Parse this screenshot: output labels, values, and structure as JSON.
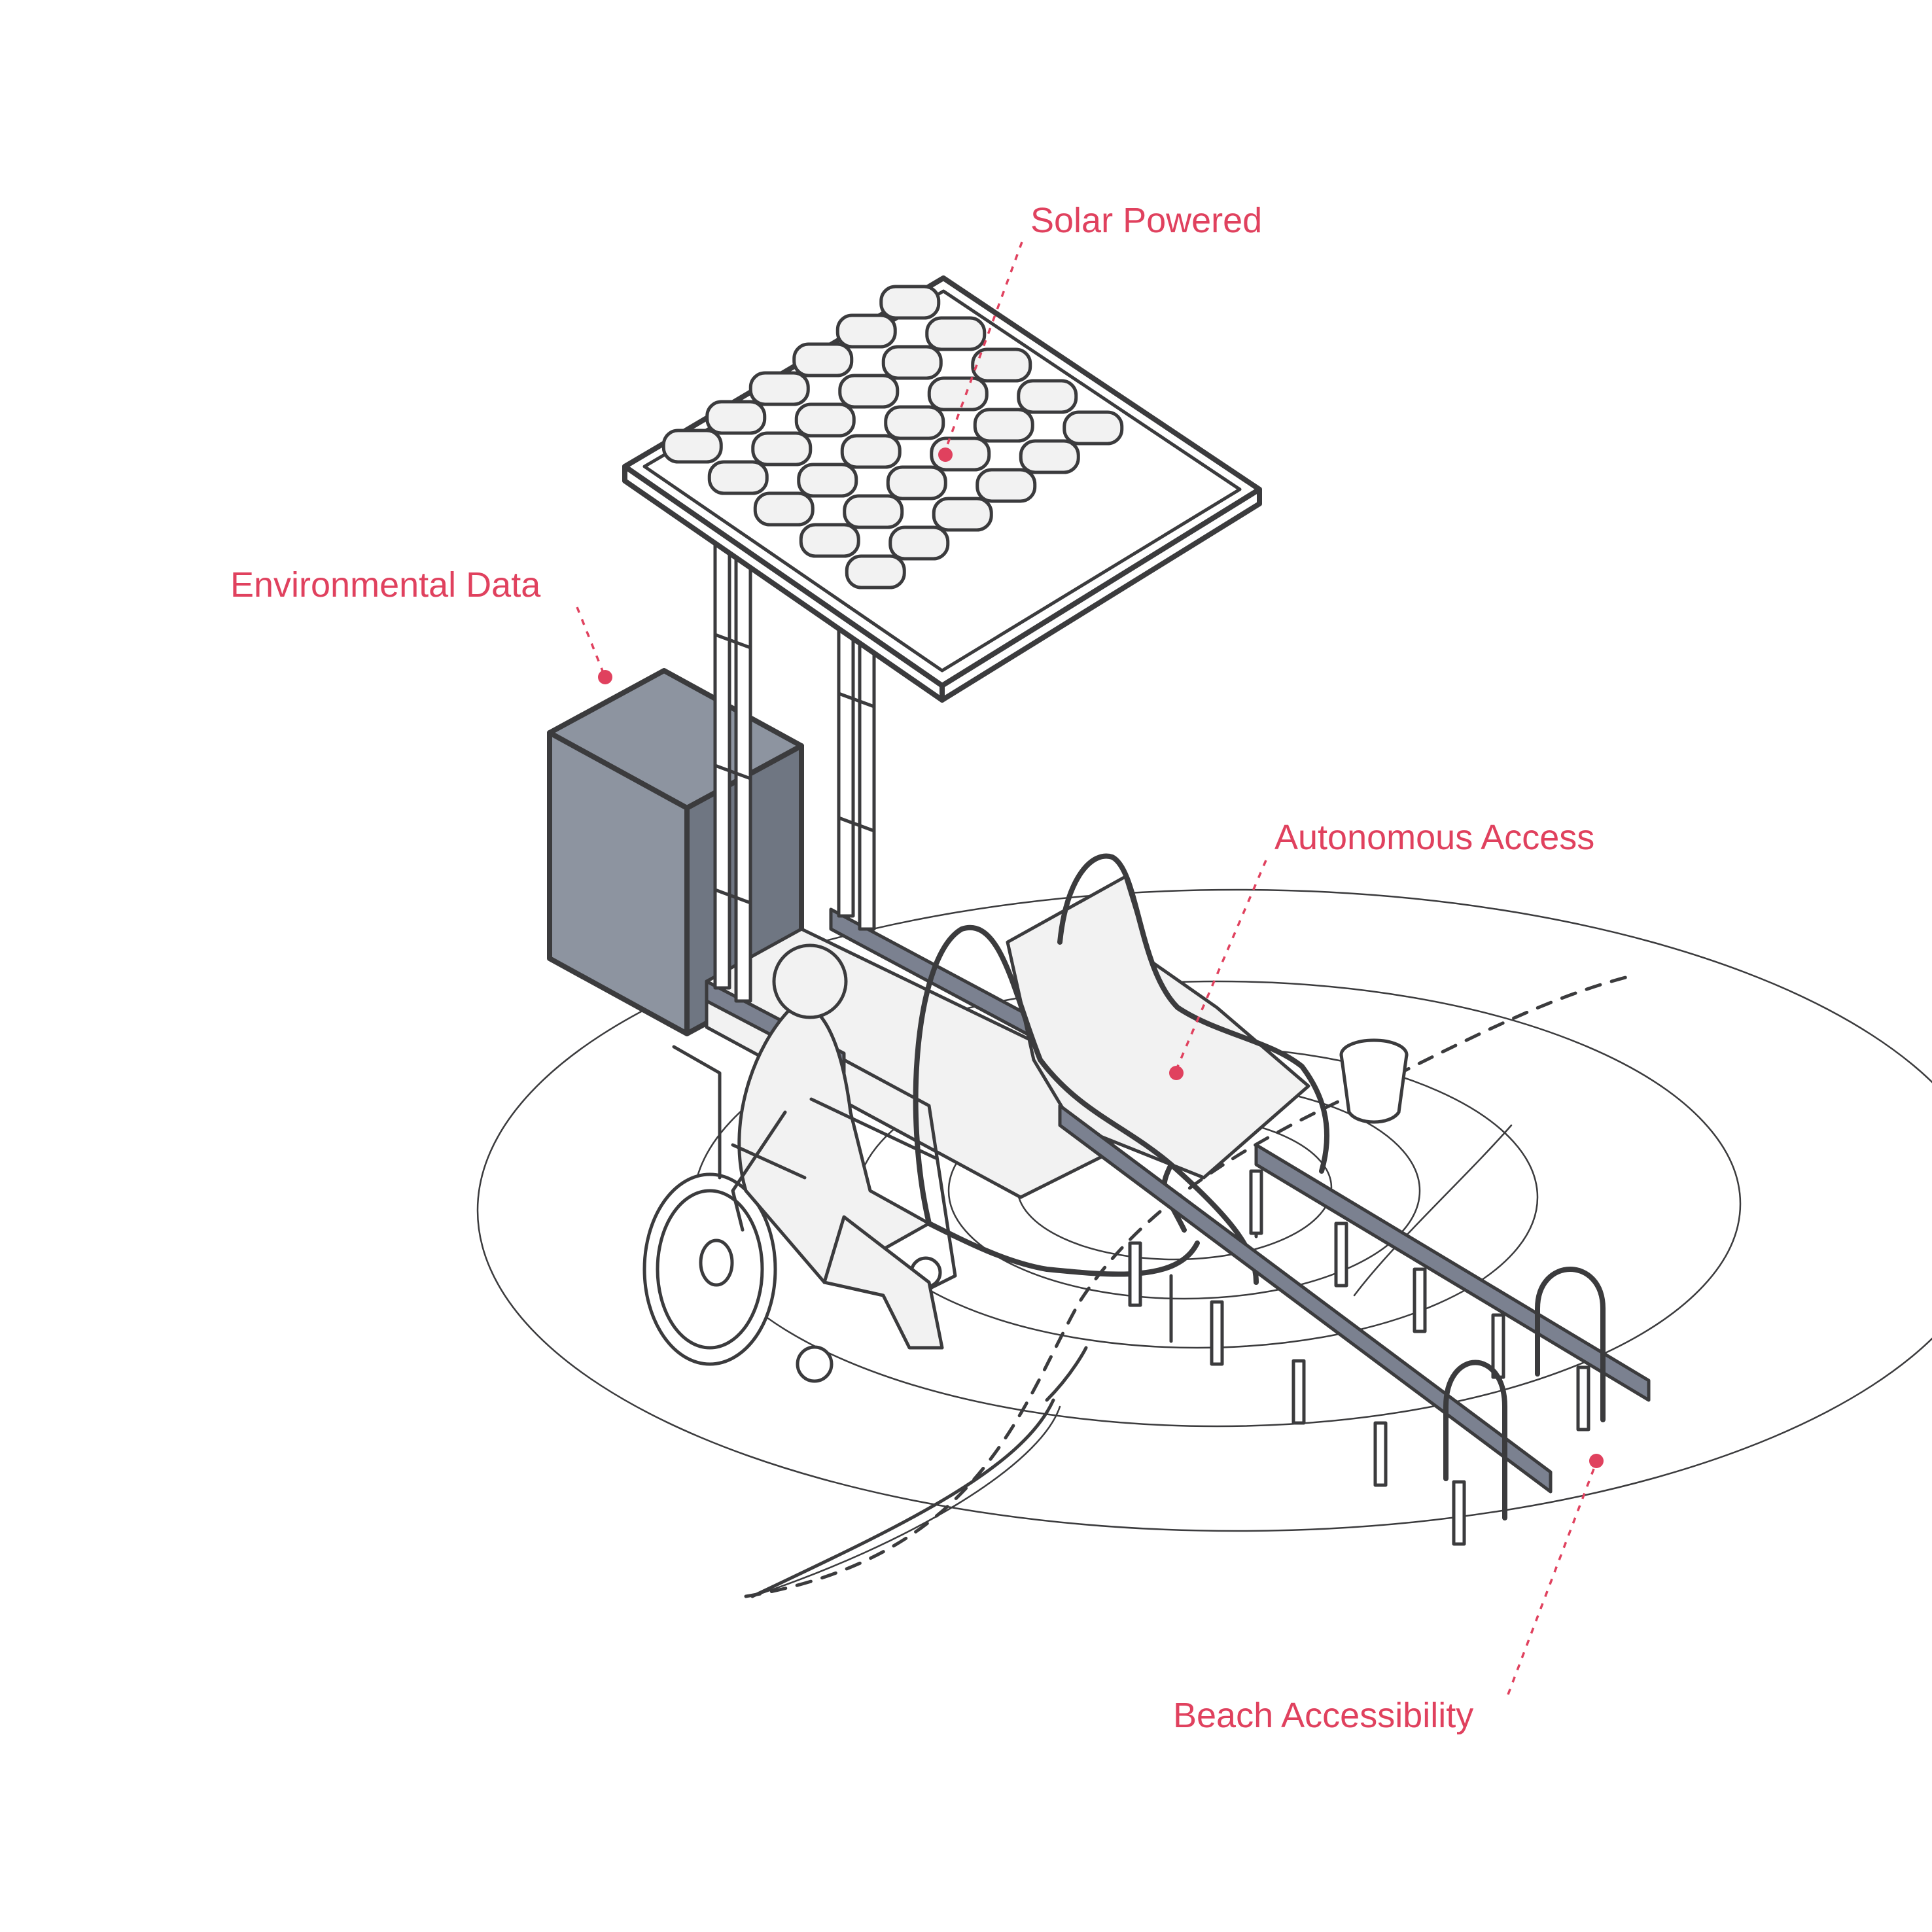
{
  "labels": {
    "solar": "Solar Powered",
    "environmental": "Environmental Data",
    "autonomous": "Autonomous Access",
    "beach": "Beach Accessibility"
  },
  "colors": {
    "accent": "#e0415e",
    "ink": "#3b3b3d",
    "box": "#8d94a0",
    "surface": "#f2f2f2"
  },
  "icons": {
    "solar": "solar-panel-icon",
    "environmental": "sensor-box-icon",
    "autonomous": "beach-chair-icon",
    "beach": "ramp-icon"
  }
}
